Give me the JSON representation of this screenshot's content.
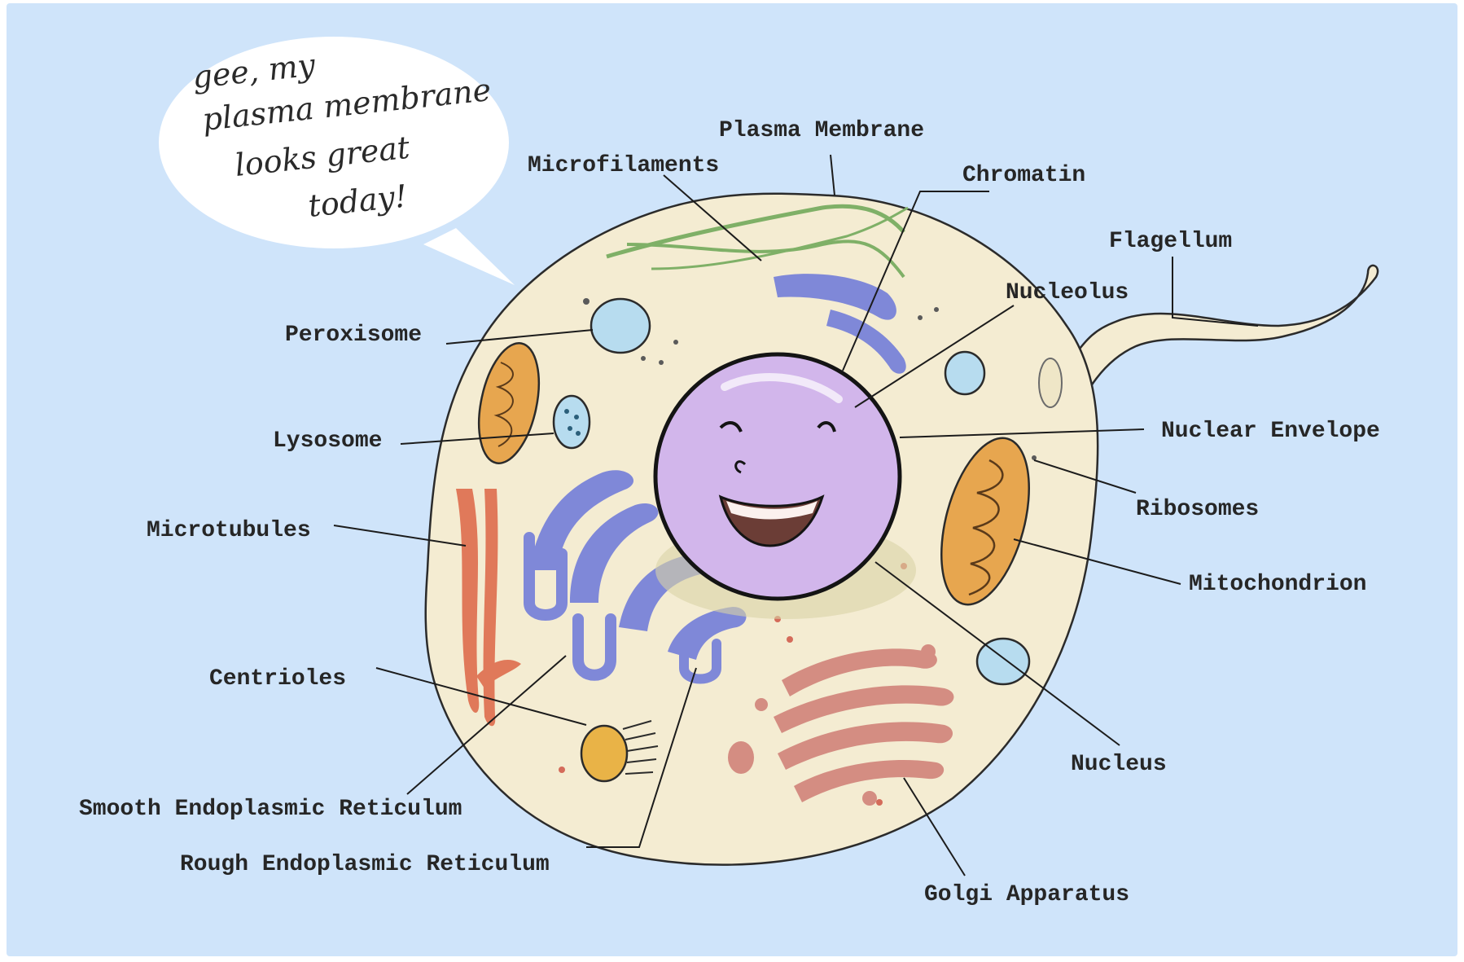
{
  "colors": {
    "background": "#cfe4fa",
    "cytoplasm": "#f4ecd2",
    "nucleus": "#d2b6eb",
    "endoplasmic_reticulum": "#7f88d8",
    "mitochondrion": "#e7a64f",
    "golgi": "#d48d82",
    "microtubules": "#e0795a",
    "microfilaments": "#7fb067",
    "vesicles": "#b7dcef"
  },
  "speech_bubble": {
    "lines": [
      "gee, my",
      "plasma membrane",
      "looks great",
      "today!"
    ]
  },
  "labels": {
    "plasma_membrane": "Plasma Membrane",
    "microfilaments": "Microfilaments",
    "chromatin": "Chromatin",
    "flagellum": "Flagellum",
    "nucleolus": "Nucleolus",
    "peroxisome": "Peroxisome",
    "lysosome": "Lysosome",
    "nuclear_envelope": "Nuclear Envelope",
    "ribosomes": "Ribosomes",
    "microtubules": "Microtubules",
    "mitochondrion": "Mitochondrion",
    "centrioles": "Centrioles",
    "smooth_er": "Smooth Endoplasmic Reticulum",
    "rough_er": "Rough Endoplasmic Reticulum",
    "nucleus": "Nucleus",
    "golgi": "Golgi Apparatus"
  }
}
